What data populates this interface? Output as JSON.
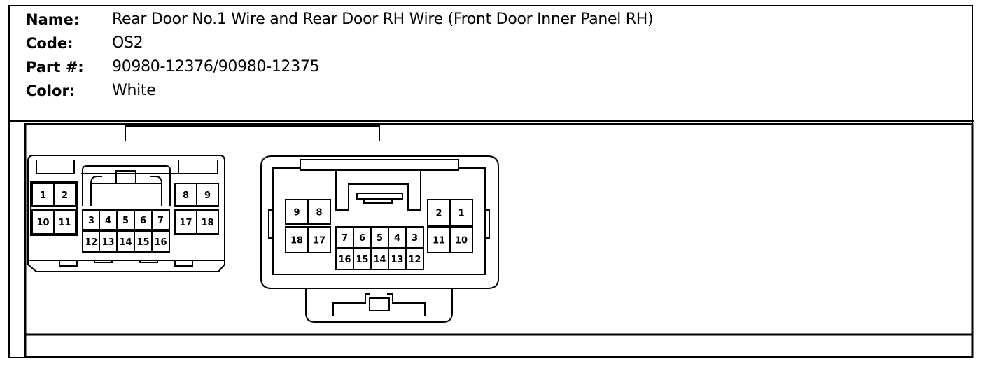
{
  "info": {
    "name_label": "Name:",
    "name_value": "Rear Door No.1 Wire and Rear Door RH Wire (Front Door Inner Panel RH)",
    "code_label": "Code:",
    "code_value": "OS2",
    "part_label": "Part #:",
    "part_value": "90980-12376/90980-12375",
    "color_label": "Color:",
    "color_value": "White"
  },
  "connectors": {
    "left": {
      "pins": [
        "1",
        "2",
        "3",
        "4",
        "5",
        "6",
        "7",
        "8",
        "9",
        "10",
        "11",
        "12",
        "13",
        "14",
        "15",
        "16",
        "17",
        "18"
      ]
    },
    "right": {
      "pins": [
        "1",
        "2",
        "3",
        "4",
        "5",
        "6",
        "7",
        "8",
        "9",
        "10",
        "11",
        "12",
        "13",
        "14",
        "15",
        "16",
        "17",
        "18"
      ]
    }
  },
  "colors": {
    "line": "#000000",
    "background": "#ffffff"
  }
}
